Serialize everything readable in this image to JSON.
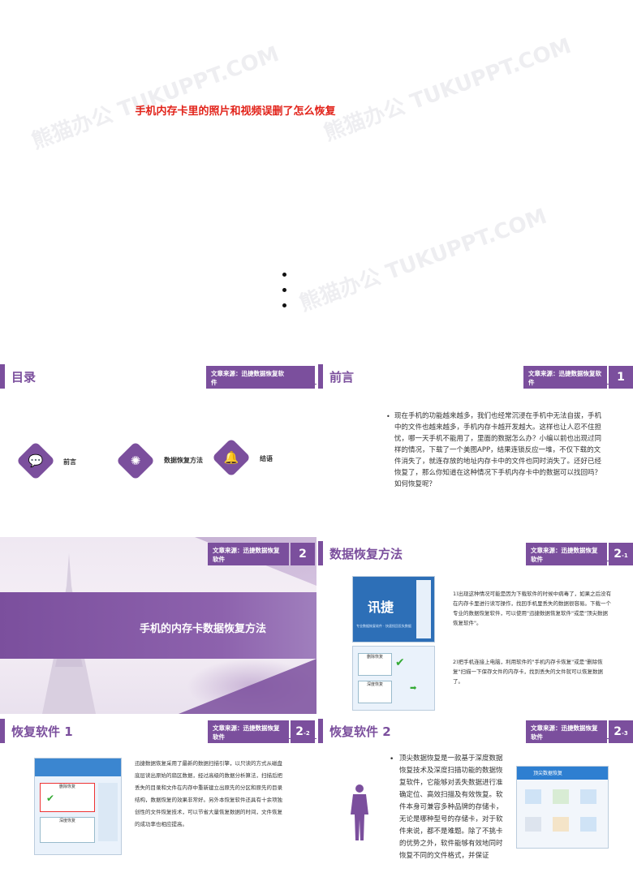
{
  "slide0": {
    "title": "手机内存卡里的照片和视频误删了怎么恢复"
  },
  "toc": {
    "title": "目录",
    "source": "文章来源：迅捷数据恢复软件",
    "items": [
      "前言",
      "数据恢复方法",
      "结语"
    ]
  },
  "preface": {
    "title": "前言",
    "source": "文章来源：迅捷数据恢复软件",
    "number": "1",
    "text": "现在手机的功能越来越多，我们也经常沉浸在手机中无法自拔，手机中的文件也越来越多，手机内存卡越开发越大。这样也让人忍不住担忧，哪一天手机不能用了，里面的数据怎么办？小编以前也出现过同样的情况，下载了一个美图APP，结果连锁反应一堆，不仅下载的文件消失了，就连存放的地址内存卡中的文件也同时消失了。还好已经恢复了，那么你知道在这种情况下手机内存卡中的数据可以找回吗？如何恢复呢？"
  },
  "section2": {
    "source": "文章来源：迅捷数据恢复软件",
    "number": "2",
    "title": "手机的内存卡数据恢复方法"
  },
  "method": {
    "title": "数据恢复方法",
    "source": "文章来源：迅捷数据恢复软件",
    "number": "2",
    "sub": "-1",
    "para1": "1)出现这种情况可能是因为下载软件的时候中病毒了，如果之后没有在内存卡里进行读写操作，找回手机里丢失的数据很容易。下载一个专业的数据恢复软件，可以使用\"迅捷数据恢复软件\"或是\"顶尖数据恢复软件\"。",
    "para2": "2)把手机连接上电脑，利用软件的\"手机内存卡恢复\"或是\"删除恢复\"扫描一下保存文件的内存卡，找到丢失的文件就可以恢复数据了。",
    "shot1": {
      "logo": "讯捷",
      "caption": "专业数据恢复软件 · 快速找回丢失数据"
    },
    "shot2": {
      "btn1": "删除恢复",
      "btn2": "深度恢复"
    }
  },
  "soft1": {
    "title": "恢复软件 1",
    "source": "文章来源：迅捷数据恢复软件",
    "number": "2",
    "sub": "-2",
    "text": "迅捷数据恢复采用了最新的数据扫描引擎，以只读的方式从磁盘底层读出原始的扇区数据，经过高级的数据分析算法，扫描后把丢失的目录和文件在内存中重新建立出原先的分区和原先的目录结构，数据恢复的效果非常好。另外本恢复软件还具有十余项独创性的文件恢复技术，可以节省大量恢复数据的时间，文件恢复的成功率也相应提高。",
    "shot": {
      "btn1": "删除恢复",
      "btn2": "深度恢复"
    }
  },
  "soft2": {
    "title": "恢复软件 2",
    "source": "文章来源：迅捷数据恢复软件",
    "number": "2",
    "sub": "-3",
    "text": "顶尖数据恢复是一款基于深度数据恢复技术及深度扫描功能的数据恢复软件，它能够对丢失数据进行准确定位、高效扫描及有效恢复。软件本身可兼容多种品牌的存储卡，无论是哪种型号的存储卡，对于软件来说，都不是难题。除了不挑卡的优势之外，软件能够有效地同时恢复不同的文件格式，并保证",
    "shot": {
      "title": "顶尖数据恢复"
    }
  },
  "watermark": "熊猫办公 TUKUPPT.COM",
  "colors": {
    "accent": "#7b4f9d",
    "title_red": "#e2231a"
  }
}
